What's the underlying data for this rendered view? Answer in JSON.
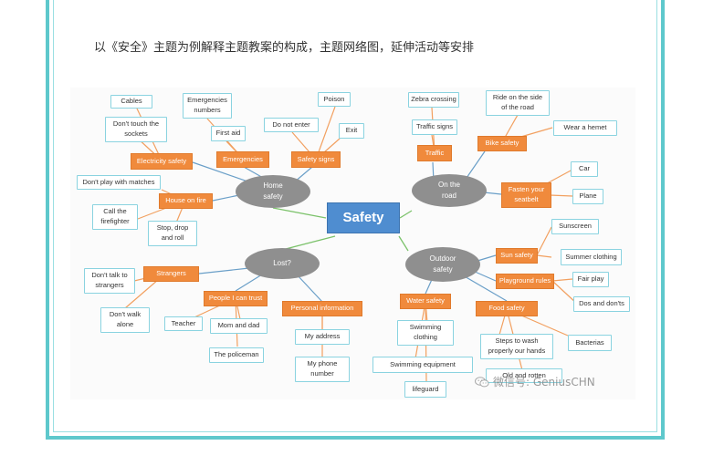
{
  "heading": "以《安全》主题为例解释主题教案的构成，主题网络图，延伸活动等安排",
  "center": "Safety",
  "hubs": {
    "home": "Home\nsafety",
    "road": "On the\nroad",
    "lost": "Lost?",
    "outdoor": "Outdoor\nsafety"
  },
  "subs": {
    "electricity": "Electricity safety",
    "emergencies": "Emergencies",
    "safety_signs": "Safety signs",
    "house_fire": "House on fire",
    "traffic": "Traffic",
    "bike": "Bike safety",
    "seatbelt": "Fasten your\nseatbelt",
    "strangers": "Strangers",
    "people_trust": "People I can trust",
    "personal_info": "Personal information",
    "sun": "Sun safety",
    "playground": "Playground rules",
    "water": "Water safety",
    "food": "Food safety"
  },
  "leaves": {
    "cables": "Cables",
    "sockets": "Don't touch the\nsockets",
    "emerg_numbers": "Emergencies\nnumbers",
    "first_aid": "First aid",
    "poison": "Poison",
    "do_not_enter": "Do not enter",
    "exit": "Exit",
    "matches": "Don't play with matches",
    "firefighter": "Call the\nfirefighter",
    "stop_drop": "Stop, drop\nand roll",
    "zebra": "Zebra crossing",
    "traffic_signs": "Traffic signs",
    "ride_side": "Ride on the side\nof the road",
    "helmet": "Wear a hemet",
    "car": "Car",
    "plane": "Plane",
    "talk_strangers": "Don't talk to\nstrangers",
    "walk_alone": "Don't walk\nalone",
    "teacher": "Teacher",
    "mom_dad": "Mom and dad",
    "policeman": "The policeman",
    "address": "My address",
    "phone": "My phone\nnumber",
    "sunscreen": "Sunscreen",
    "summer_clothing": "Summer clothing",
    "fair_play": "Fair play",
    "dos_donts": "Dos and don'ts",
    "swim_clothing": "Swimming\nclothing",
    "swim_equipment": "Swimming equipment",
    "lifeguard": "lifeguard",
    "wash_hands": "Steps to wash\nproperly our hands",
    "bacterias": "Bacterias",
    "old_rotten": "Old and rotten"
  },
  "watermark": "微信号: GeniusCHN",
  "colors": {
    "frame": "#5ec8cc",
    "sub_node": "#f08a3c",
    "hub_node": "#8f8f8f",
    "center_node": "#4f8dd0",
    "leaf_border": "#8ad3e0"
  }
}
